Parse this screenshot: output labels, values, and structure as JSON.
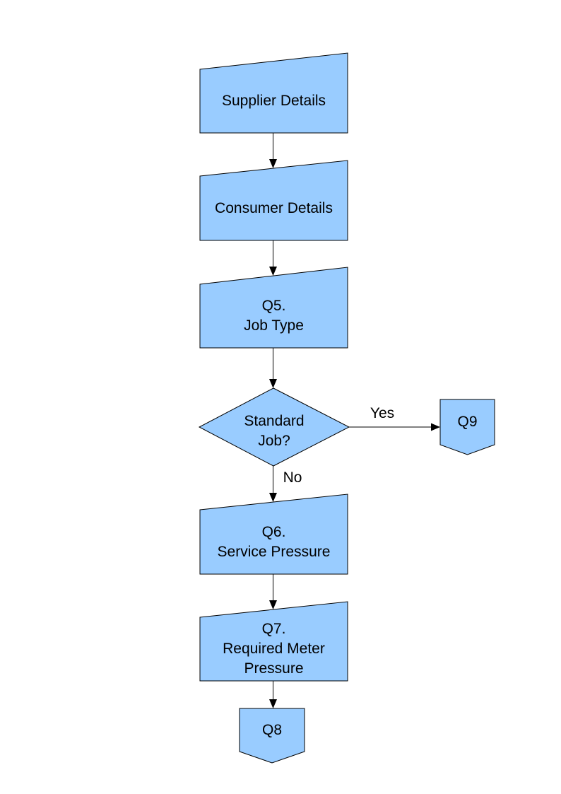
{
  "page": {
    "background": "#FFFFFF"
  },
  "colors": {
    "node_fill": "#99CCFF",
    "node_border": "#000000",
    "connector": "#000000",
    "label_text": "#000000"
  },
  "flowchart": {
    "nodes": {
      "supplier": {
        "type": "manual-input",
        "lines": [
          "Supplier Details"
        ]
      },
      "consumer": {
        "type": "manual-input",
        "lines": [
          "Consumer Details"
        ]
      },
      "q5": {
        "type": "manual-input",
        "lines": [
          "Q5.",
          "Job Type"
        ]
      },
      "decision": {
        "type": "decision",
        "lines": [
          "Standard",
          "Job?"
        ]
      },
      "q9": {
        "type": "off-page-connector",
        "lines": [
          "Q9"
        ]
      },
      "q6": {
        "type": "manual-input",
        "lines": [
          "Q6.",
          "Service Pressure"
        ]
      },
      "q7": {
        "type": "manual-input",
        "lines": [
          "Q7.",
          "Required Meter",
          "Pressure"
        ]
      },
      "q8": {
        "type": "off-page-connector",
        "lines": [
          "Q8"
        ]
      }
    },
    "edge_labels": {
      "yes": "Yes",
      "no": "No"
    },
    "edges": [
      {
        "from": "supplier",
        "to": "consumer",
        "label": ""
      },
      {
        "from": "consumer",
        "to": "q5",
        "label": ""
      },
      {
        "from": "q5",
        "to": "decision",
        "label": ""
      },
      {
        "from": "decision",
        "to": "q9",
        "label": "Yes"
      },
      {
        "from": "decision",
        "to": "q6",
        "label": "No"
      },
      {
        "from": "q6",
        "to": "q7",
        "label": ""
      },
      {
        "from": "q7",
        "to": "q8",
        "label": ""
      }
    ]
  }
}
